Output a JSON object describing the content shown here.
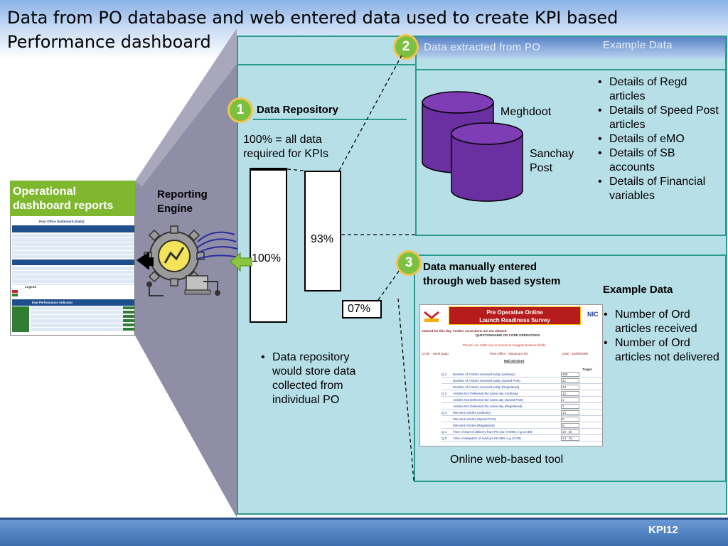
{
  "title": "Data from PO database and web entered data used to create KPI based Performance dashboard",
  "steps": {
    "one": "1",
    "two": "2",
    "three": "3"
  },
  "data_extracted_header": "Data extracted from PO",
  "example_data_header_top": "Example Data",
  "data_repository_label": "Data Repository",
  "repo_note": "100% = all data required for KPIs",
  "bar_labels": {
    "hundred": "100%",
    "ninety_three": "93%",
    "seven": "07%"
  },
  "bar_values": {
    "total": 100,
    "extracted": 93,
    "manual": 7
  },
  "databases": {
    "first": "Meghdoot",
    "second": "Sanchay Post"
  },
  "extracted_examples": [
    "Details of Regd articles",
    "Details of Speed Post articles",
    "Details of eMO",
    "Details of SB accounts",
    "Details of Financial variables"
  ],
  "manual_label": "Data manually entered through web based system",
  "example_data_header_bottom": "Example Data",
  "manual_examples": [
    "Number of Ord articles received",
    "Number of Ord articles not delivered"
  ],
  "repo_bullet": "Data repository would store data collected from individual PO",
  "online_tool_label": "Online web-based tool",
  "reporting_engine": "Reporting Engine",
  "op_dashboard": "Operational dashboard reports",
  "footer_label": "KPI12",
  "web_tool": {
    "title1": "Pre Operative Online",
    "title2": "Launch Readiness Survey",
    "nic": "NIC",
    "notice": "entered for this day. Further corrections are not allowed",
    "questionnaire": "QUESTIONNAIRE ON CORE OPERATIONS",
    "hint": "Please use <tab> key or mouse to navigate between fields",
    "circle": "Circle : Tamil Nadu",
    "po": "Post Office : Abiramam SO",
    "date": "Date : 18/09/2008",
    "section": "Mail Services",
    "target": "Target",
    "rows": [
      {
        "no": "Q.1",
        "q": "Number of Articles received today (ordinary)",
        "v": "468"
      },
      {
        "no": "",
        "q": "Number of Articles received today (Speed Post)",
        "v": "21"
      },
      {
        "no": "",
        "q": "Number of Articles received today (Registered)",
        "v": "13"
      },
      {
        "no": "Q.2",
        "q": "Articles Not Delivered the same day (ordinary)",
        "v": "12"
      },
      {
        "no": "",
        "q": "Articles Not Delivered the same day (Speed Post)",
        "v": "1"
      },
      {
        "no": "",
        "q": "Articles Not Delivered the same day (Registered)",
        "v": "1"
      },
      {
        "no": "Q.3",
        "q": "Mis-sent Articles (ordinary)",
        "v": "14"
      },
      {
        "no": "",
        "q": "Mis-sent Articles (Speed Post)",
        "v": "5"
      },
      {
        "no": "",
        "q": "Mis-sent Articles (Registered)",
        "v": "6"
      },
      {
        "no": "Q.4",
        "q": "Time of start of delivery from PO (as HH:MM, e.g 10:30)",
        "v": "10 : 30"
      },
      {
        "no": "Q.5",
        "q": "Time of despatch of mail (as HH:MM, e.g 16:30)",
        "v": "14 : 15"
      }
    ]
  },
  "dashboard_thumb": {
    "title": "Post Office Dashboard (Daily)",
    "kpi_header": "Key Performance Indicator",
    "legend": "Legend"
  },
  "colors": {
    "panel": "#b7dfe7",
    "panel_border": "#2b9a90",
    "step_circle": "#7cc043",
    "step_ring": "#f2c34c",
    "dashboard_green": "#7fb72f",
    "db_purple": "#6a2fa0",
    "footer": "#3d6fae",
    "funnel": "#908ea6"
  },
  "icons": {
    "database": "cylinder-icon",
    "engine": "gear-icon",
    "arrow": "arrow-left-icon"
  }
}
